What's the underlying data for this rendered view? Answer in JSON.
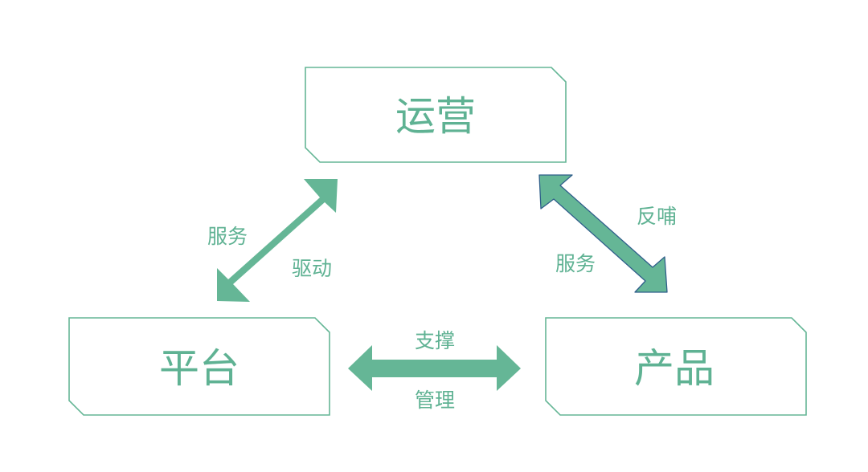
{
  "colors": {
    "accent": "#65b696",
    "text": "#5fb293",
    "outline": "#2f5e8a"
  },
  "nodes": {
    "ops": "运营",
    "platform": "平台",
    "product": "产品"
  },
  "edges": {
    "ops_platform": {
      "label_a": "服务",
      "label_b": "驱动"
    },
    "ops_product": {
      "label_a": "反哺",
      "label_b": "服务"
    },
    "platform_product": {
      "label_a": "支撑",
      "label_b": "管理"
    }
  }
}
